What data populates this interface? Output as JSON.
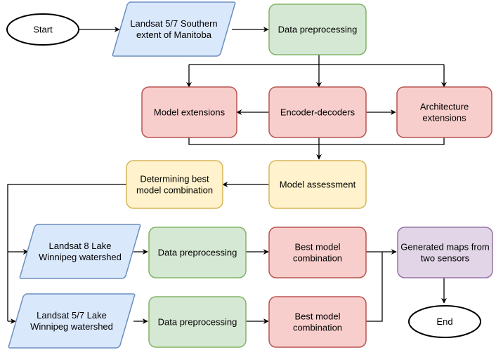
{
  "colors": {
    "terminal_fill": "#ffffff",
    "terminal_stroke": "#000000",
    "input_fill": "#dae8fc",
    "input_stroke": "#6c8ebf",
    "preprocess_fill": "#d5e8d4",
    "preprocess_stroke": "#82b366",
    "model_fill": "#f8cecc",
    "model_stroke": "#b85450",
    "assess_fill": "#fff2cc",
    "assess_stroke": "#d6b656",
    "output_fill": "#e1d5e7",
    "output_stroke": "#9673a6"
  },
  "nodes": {
    "start": [
      "Start"
    ],
    "input_manitoba": [
      "Landsat 5/7 Southern",
      "extent of Manitoba"
    ],
    "preprocess_top": [
      "Data preprocessing"
    ],
    "model_extensions": [
      "Model extensions"
    ],
    "encoder_decoders": [
      "Encoder-decoders"
    ],
    "architecture_extensions": [
      "Architecture",
      "extensions"
    ],
    "best_combination": [
      "Determining best",
      "model combination"
    ],
    "model_assessment": [
      "Model assessment"
    ],
    "input_l8": [
      "Landsat 8 Lake",
      "Winnipeg watershed"
    ],
    "preprocess_l8": [
      "Data preprocessing"
    ],
    "best_model_l8": [
      "Best model",
      "combination"
    ],
    "generated_maps": [
      "Generated maps from",
      "two sensors"
    ],
    "input_l57": [
      "Landsat 5/7 Lake",
      "Winnipeg watershed"
    ],
    "preprocess_l57": [
      "Data preprocessing"
    ],
    "best_model_l57": [
      "Best model",
      "combination"
    ],
    "end": [
      "End"
    ]
  }
}
